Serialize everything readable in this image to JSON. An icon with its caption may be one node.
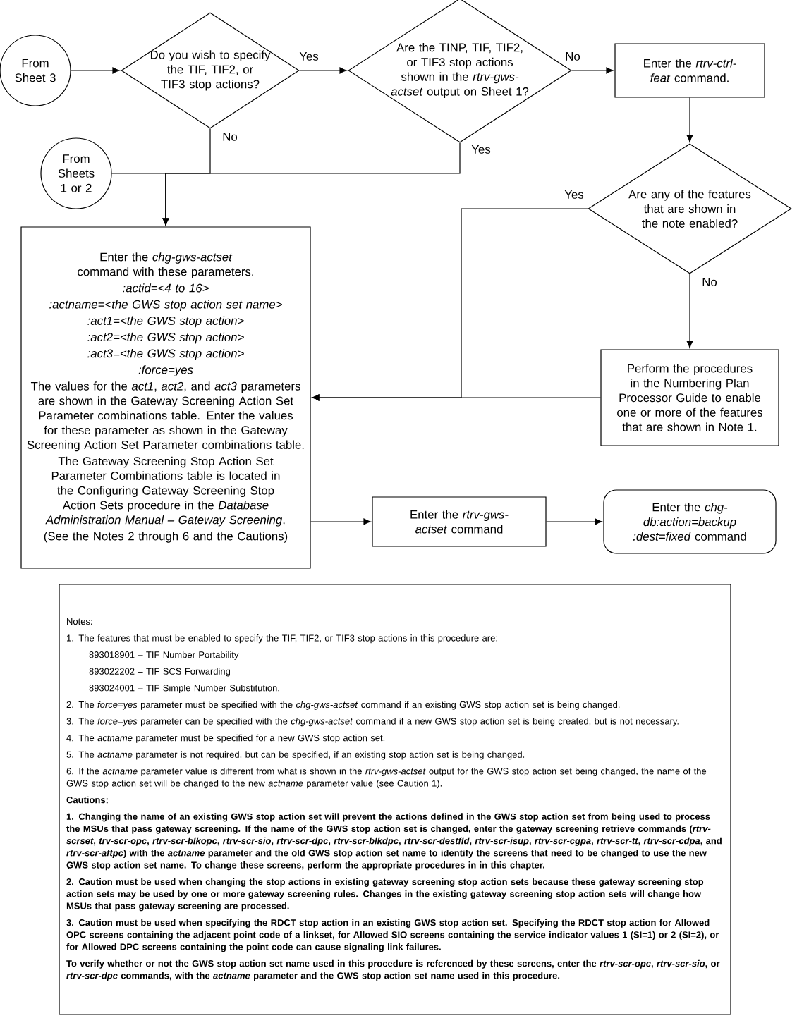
{
  "diagram": {
    "nodes": [
      {
        "text": [
          "From Sheet 3"
        ]
      },
      {
        "text": [
          "Do you wish to specify the TIF, TIF2, or TIF3 stop actions?"
        ]
      },
      {
        "text": [
          "Are the TINP, TIF, TIF2, or TIF3 stop actions shown in the *rtrv-gws-actset* output on Sheet 1?"
        ]
      },
      {
        "text": [
          "Enter the *rtrv-ctrl-feat* command."
        ]
      },
      {
        "text": [
          "From Sheets 1 or 2"
        ]
      },
      {
        "text": [
          "Are any of the features that are shown in the note enabled?"
        ]
      },
      {
        "text": [
          "Enter the *chg-gws-actset* command with these parameters.",
          ":actid=<4 to 16>",
          ":actname=<the GWS stop action set name>",
          ":act1=<the GWS stop action>",
          ":act2=<the GWS stop action>",
          ":act3=<the GWS stop action>",
          ":force=yes",
          "The values for the *act1*, *act2*, and *act3* parameters are shown in the Gateway Screening Action Set Parameter combinations table. Enter the values for these parameter as shown in the Gateway Screening Action Set Parameter combinations table.",
          "The Gateway Screening Stop Action Set Parameter Combinations table is located in the Configuring Gateway Screening Stop Action Sets procedure in the *Database Administration Manual – Gateway Screening*.",
          "(See the Notes 2 through 6 and the Cautions)"
        ]
      },
      {
        "text": [
          "Perform the procedures in the Numbering Plan Processor Guide to enable one or more of the features that are shown in Note 1."
        ]
      },
      {
        "text": [
          "Enter the *rtrv-gws-actset* command"
        ]
      },
      {
        "text": [
          "Enter the *chg-db:action=backup :dest=fixed* command"
        ]
      },
      {
        "text": [
          "Notes:",
          "1. The features that must be enabled to specify the TIF, TIF2, or TIF3 stop actions in this procedure are:",
          "893018901 – TIF Number Portability",
          "893022202 – TIF SCS Forwarding",
          "893024001 – TIF Simple Number Substitution.",
          "2. The *force=yes* parameter must be specified with the *chg-gws-actset* command if an existing GWS stop action set is being changed.",
          "3. The *force=yes* parameter can be specified with the *chg-gws-actset* command if a new GWS stop action set is being created, but is not necessary.",
          "4. The *actname* parameter must be specified for a new GWS stop action set.",
          "5. The *actname* parameter is not required, but can be specified, if an existing stop action set is being changed.",
          "6. If the *actname* parameter value is different from what is shown in the *rtrv-gws-actset* output for the GWS stop action set being changed, the name of the GWS stop action set will be changed to the new *actname* parameter value (see Caution 1).",
          "Cautions:",
          "1. Changing the name of an existing GWS stop action set will prevent the actions defined in the GWS stop action set from being used to process the MSUs that pass gateway screening. If the name of the GWS stop action set is changed, enter the gateway screening retrieve commands (*rtrv-scrset*, *trv-scr-opc*, *rtrv-scr-blkopc*, *rtrv-scr-sio*, *rtrv-scr-dpc*, *rtrv-scr-blkdpc*, *rtrv-scr-destfld*, *rtrv-scr-isup*, *rtrv-scr-cgpa*, *rtrv-scr-tt*, *rtrv-scr-cdpa*, and *rtrv-scr-aftpc*) with the *actname* parameter and the old GWS stop action set name to identify the screens that need to be changed to use the new GWS stop action set name. To change these screens, perform the appropriate procedures in in this chapter.",
          "2. Caution must be used when changing the stop actions in existing gateway screening stop action sets because these gateway screening stop action sets may be used by one or more gateway screening rules. Changes in the existing gateway screening stop action sets will change how MSUs that pass gateway screening are processed.",
          "3. Caution must be used when specifying the RDCT stop action in an existing GWS stop action set. Specifying the RDCT stop action for Allowed OPC screens containing the adjacent point code of a linkset, for Allowed SIO screens containing the service indicator values 1 (SI=1) or 2 (SI=2), or for Allowed DPC screens containing the point code can cause signaling link failures.",
          "To verify whether or not the GWS stop action set name used in this procedure is referenced by these screens, enter the *rtrv-scr-opc*, *rtrv-scr-sio*, or *rtrv-scr-dpc* commands, with the *actname* parameter and the GWS stop action set name used in this procedure."
        ]
      }
    ],
    "edges": [
      {
        "from": 0,
        "to": 1,
        "arrow": "to"
      },
      {
        "from": 1,
        "to": 2,
        "arrow": "to",
        "label": "Yes"
      },
      {
        "from": 2,
        "to": 3,
        "arrow": "to",
        "label": "No"
      },
      {
        "from": 3,
        "to": 5,
        "arrow": "to"
      },
      {
        "from": 1,
        "to": 6,
        "arrow": "to",
        "label": "No"
      },
      {
        "from": 2,
        "to": 6,
        "arrow": "to",
        "label": "Yes"
      },
      {
        "from": 4,
        "to": 6,
        "arrow": "to"
      },
      {
        "from": 5,
        "to": 6,
        "arrow": "to",
        "label": "Yes"
      },
      {
        "from": 5,
        "to": 7,
        "arrow": "to",
        "label": "No"
      },
      {
        "from": 7,
        "to": 6,
        "arrow": "to"
      },
      {
        "from": 6,
        "to": 8,
        "arrow": "to"
      },
      {
        "from": 8,
        "to": 9,
        "arrow": "to"
      }
    ]
  }
}
